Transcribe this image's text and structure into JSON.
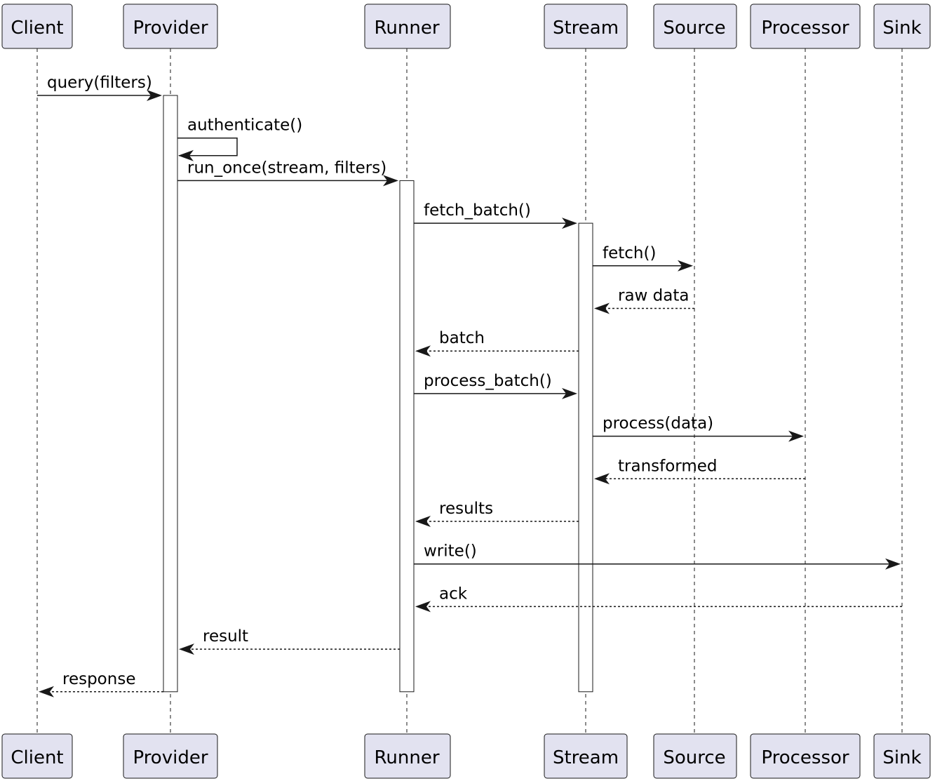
{
  "participants": [
    {
      "id": "client",
      "label": "Client"
    },
    {
      "id": "provider",
      "label": "Provider"
    },
    {
      "id": "runner",
      "label": "Runner"
    },
    {
      "id": "stream",
      "label": "Stream"
    },
    {
      "id": "source",
      "label": "Source"
    },
    {
      "id": "processor",
      "label": "Processor"
    },
    {
      "id": "sink",
      "label": "Sink"
    }
  ],
  "messages": [
    {
      "id": "m1",
      "from": "client",
      "to": "provider",
      "label": "query(filters)",
      "style": "solid"
    },
    {
      "id": "m2",
      "from": "provider",
      "to": "provider",
      "label": "authenticate()",
      "style": "solid"
    },
    {
      "id": "m3",
      "from": "provider",
      "to": "runner",
      "label": "run_once(stream, filters)",
      "style": "solid"
    },
    {
      "id": "m4",
      "from": "runner",
      "to": "stream",
      "label": "fetch_batch()",
      "style": "solid"
    },
    {
      "id": "m5",
      "from": "stream",
      "to": "source",
      "label": "fetch()",
      "style": "solid"
    },
    {
      "id": "m6",
      "from": "source",
      "to": "stream",
      "label": "raw data",
      "style": "dashed"
    },
    {
      "id": "m7",
      "from": "stream",
      "to": "runner",
      "label": "batch",
      "style": "dashed"
    },
    {
      "id": "m8",
      "from": "runner",
      "to": "stream",
      "label": "process_batch()",
      "style": "solid"
    },
    {
      "id": "m9",
      "from": "stream",
      "to": "processor",
      "label": "process(data)",
      "style": "solid"
    },
    {
      "id": "m10",
      "from": "processor",
      "to": "stream",
      "label": "transformed",
      "style": "dashed"
    },
    {
      "id": "m11",
      "from": "stream",
      "to": "runner",
      "label": "results",
      "style": "dashed"
    },
    {
      "id": "m12",
      "from": "runner",
      "to": "sink",
      "label": "write()",
      "style": "solid"
    },
    {
      "id": "m13",
      "from": "sink",
      "to": "runner",
      "label": "ack",
      "style": "dashed"
    },
    {
      "id": "m14",
      "from": "runner",
      "to": "provider",
      "label": "result",
      "style": "dashed"
    },
    {
      "id": "m15",
      "from": "provider",
      "to": "client",
      "label": "response",
      "style": "dashed"
    }
  ],
  "activations": [
    {
      "participant": "provider",
      "from_message": "m1",
      "to_message": "m15"
    },
    {
      "participant": "runner",
      "from_message": "m3",
      "to_message": "m15"
    },
    {
      "participant": "stream",
      "from_message": "m4",
      "to_message": "m15"
    }
  ],
  "colors": {
    "participant_fill": "#e2e2f0",
    "line": "#181818",
    "background": "#ffffff"
  }
}
